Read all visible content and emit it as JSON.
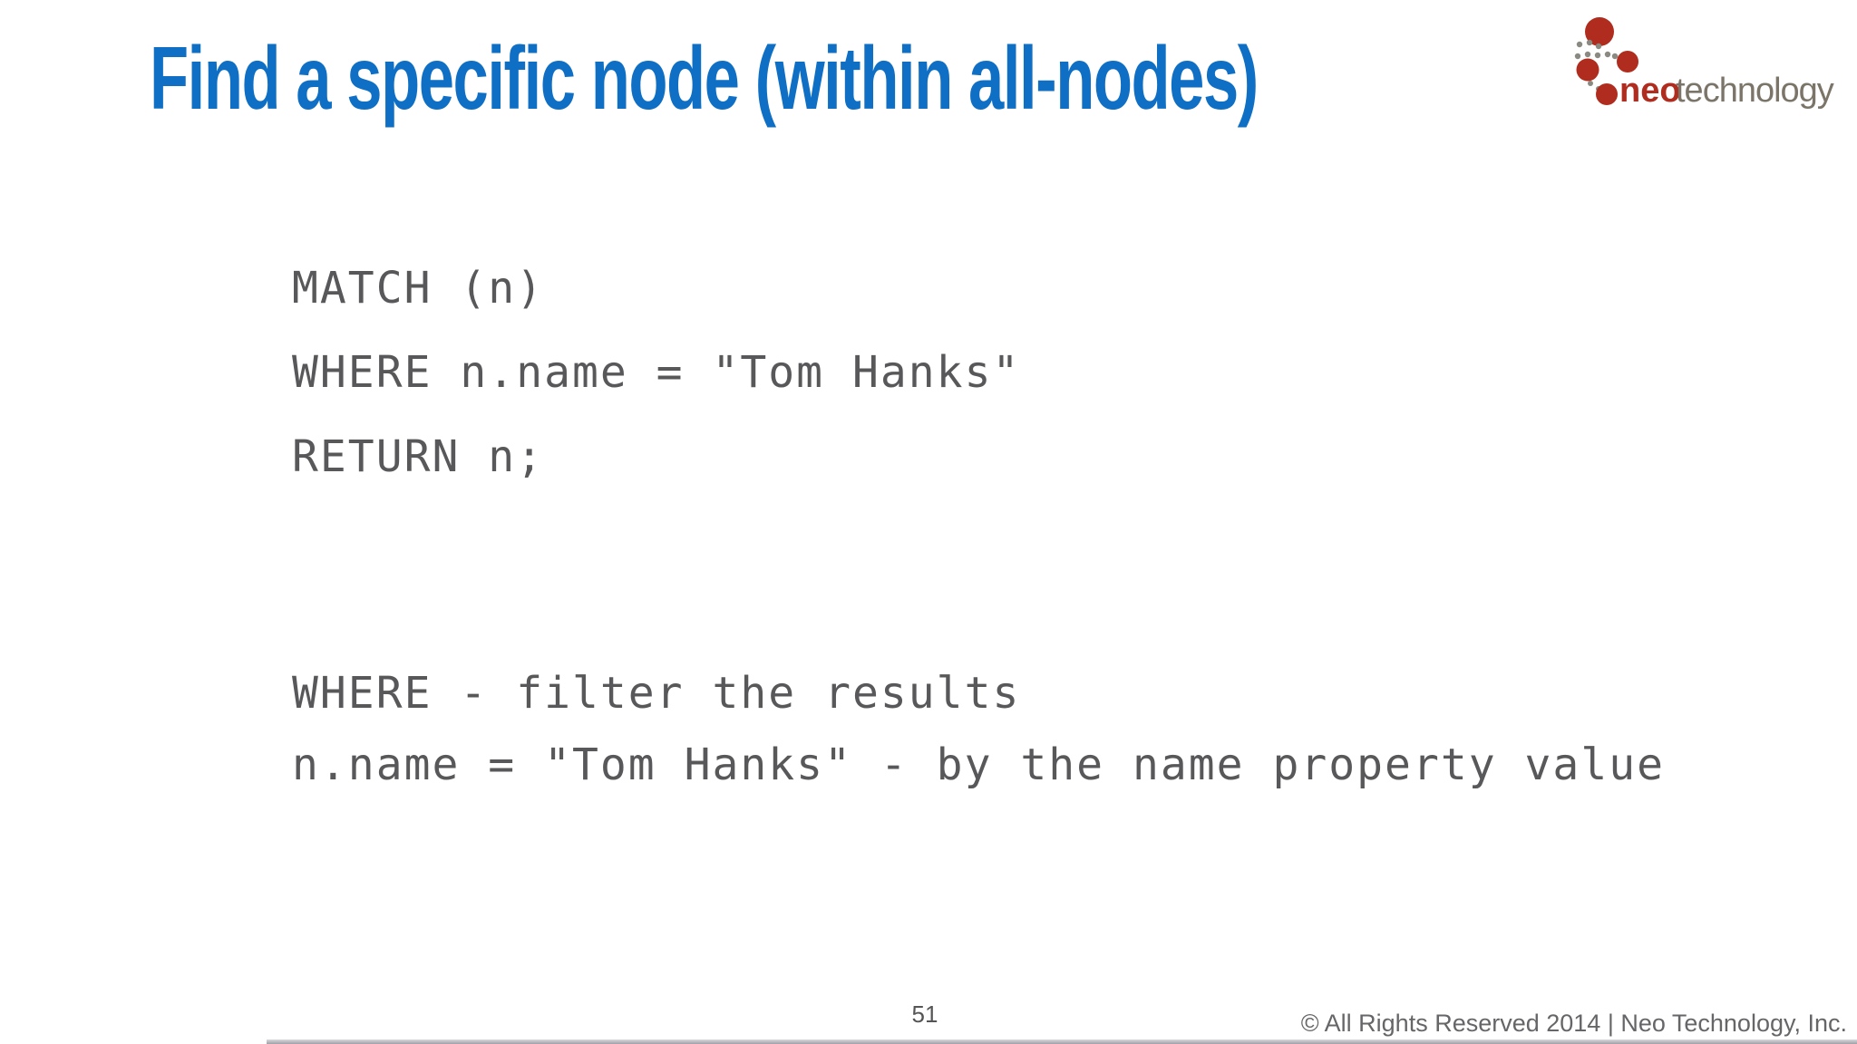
{
  "slide": {
    "title": "Find a specific node (within all-nodes)",
    "code_lines": [
      "MATCH (n)",
      "WHERE n.name = \"Tom Hanks\"",
      "RETURN n;"
    ],
    "explanation_lines": [
      "WHERE - filter the results",
      "n.name = \"Tom Hanks\" - by the name property value"
    ],
    "page_number": "51",
    "footer": "© All Rights Reserved 2014 | Neo Technology, Inc."
  },
  "logo": {
    "name_primary": "neo",
    "name_secondary": "technology"
  },
  "colors": {
    "title_blue": "#0e6fc5",
    "code_gray": "#58585a",
    "footer_gray": "#666669",
    "logo_red": "#b02c1e",
    "logo_text_gray": "#7b7468",
    "logo_dot_gray": "#8a8a82",
    "bottom_bar_gray": "#9fa0a6"
  }
}
